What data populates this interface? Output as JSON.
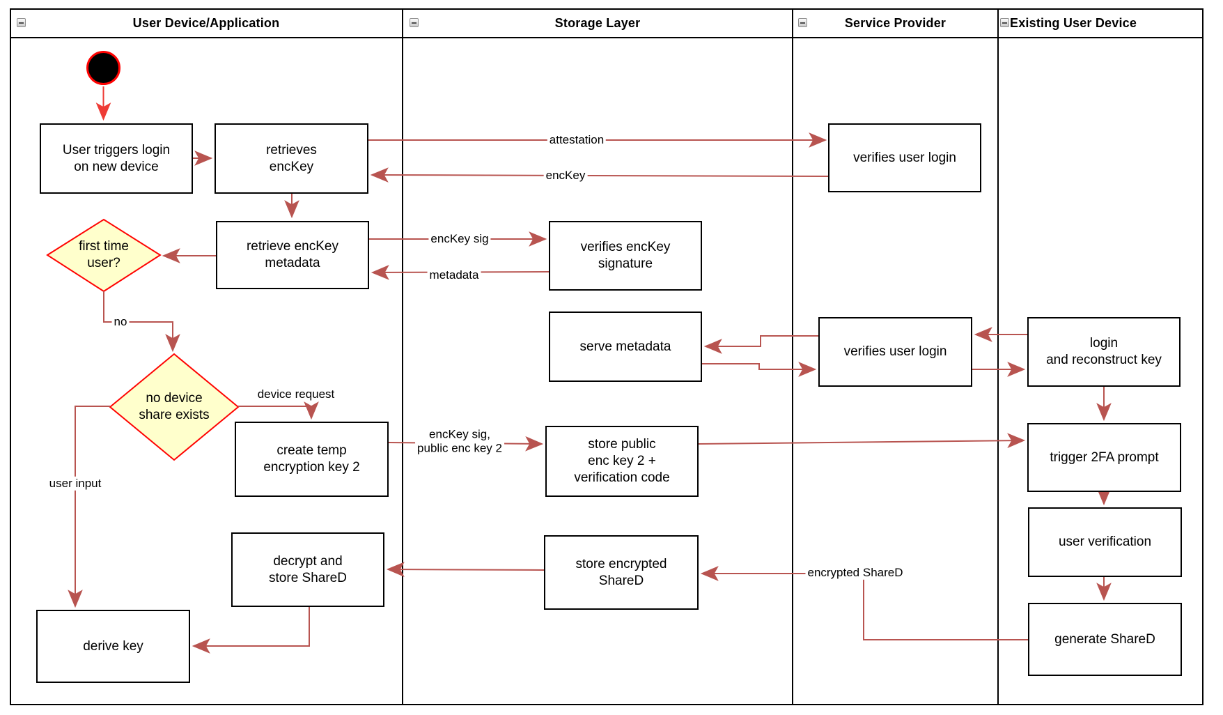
{
  "diagram": {
    "lanes": [
      {
        "title": "User Device/Application"
      },
      {
        "title": "Storage Layer"
      },
      {
        "title": "Service Provider"
      },
      {
        "title": "Existing User Device"
      }
    ],
    "icons": {
      "lane_collapse": "minus-square-icon"
    },
    "nodes": {
      "start": {
        "type": "initial-node"
      },
      "user_triggers": {
        "text": "User triggers login\non new device"
      },
      "retrieves_enckey": {
        "text": "retrieves\nencKey"
      },
      "retrieve_metadata": {
        "text": "retrieve encKey\nmetadata"
      },
      "first_time_user": {
        "text": "first time\nuser?"
      },
      "no_device_share": {
        "text": "no device\nshare exists"
      },
      "create_temp": {
        "text": "create temp\nencryption key 2"
      },
      "decrypt_store": {
        "text": "decrypt and\nstore ShareD"
      },
      "derive_key": {
        "text": "derive key"
      },
      "verifies_sig": {
        "text": "verifies encKey\nsignature"
      },
      "serve_metadata": {
        "text": "serve metadata"
      },
      "store_public": {
        "text": "store public\nenc key 2 +\nverification code"
      },
      "store_encrypted": {
        "text": "store encrypted\nShareD"
      },
      "verifies_login_top": {
        "text": "verifies user login"
      },
      "verifies_login_mid": {
        "text": "verifies user login"
      },
      "login_reconstruct": {
        "text": "login\nand reconstruct key"
      },
      "trigger_2fa": {
        "text": "trigger 2FA prompt"
      },
      "user_verification": {
        "text": "user verification"
      },
      "generate_shared": {
        "text": "generate ShareD"
      }
    },
    "edge_labels": {
      "attestation": "attestation",
      "enckey": "encKey",
      "enckey_sig": "encKey sig",
      "metadata": "metadata",
      "no": "no",
      "device_request": "device request",
      "user_input": "user input",
      "enckey_sig_public": "encKey sig,\npublic enc key 2",
      "encrypted_shared": "encrypted ShareD"
    },
    "colors": {
      "edge": "#b85450",
      "start_edge": "#ee3b35",
      "decision_fill": "#ffffcc",
      "decision_border": "#ff0302",
      "node_border": "#000000"
    }
  }
}
